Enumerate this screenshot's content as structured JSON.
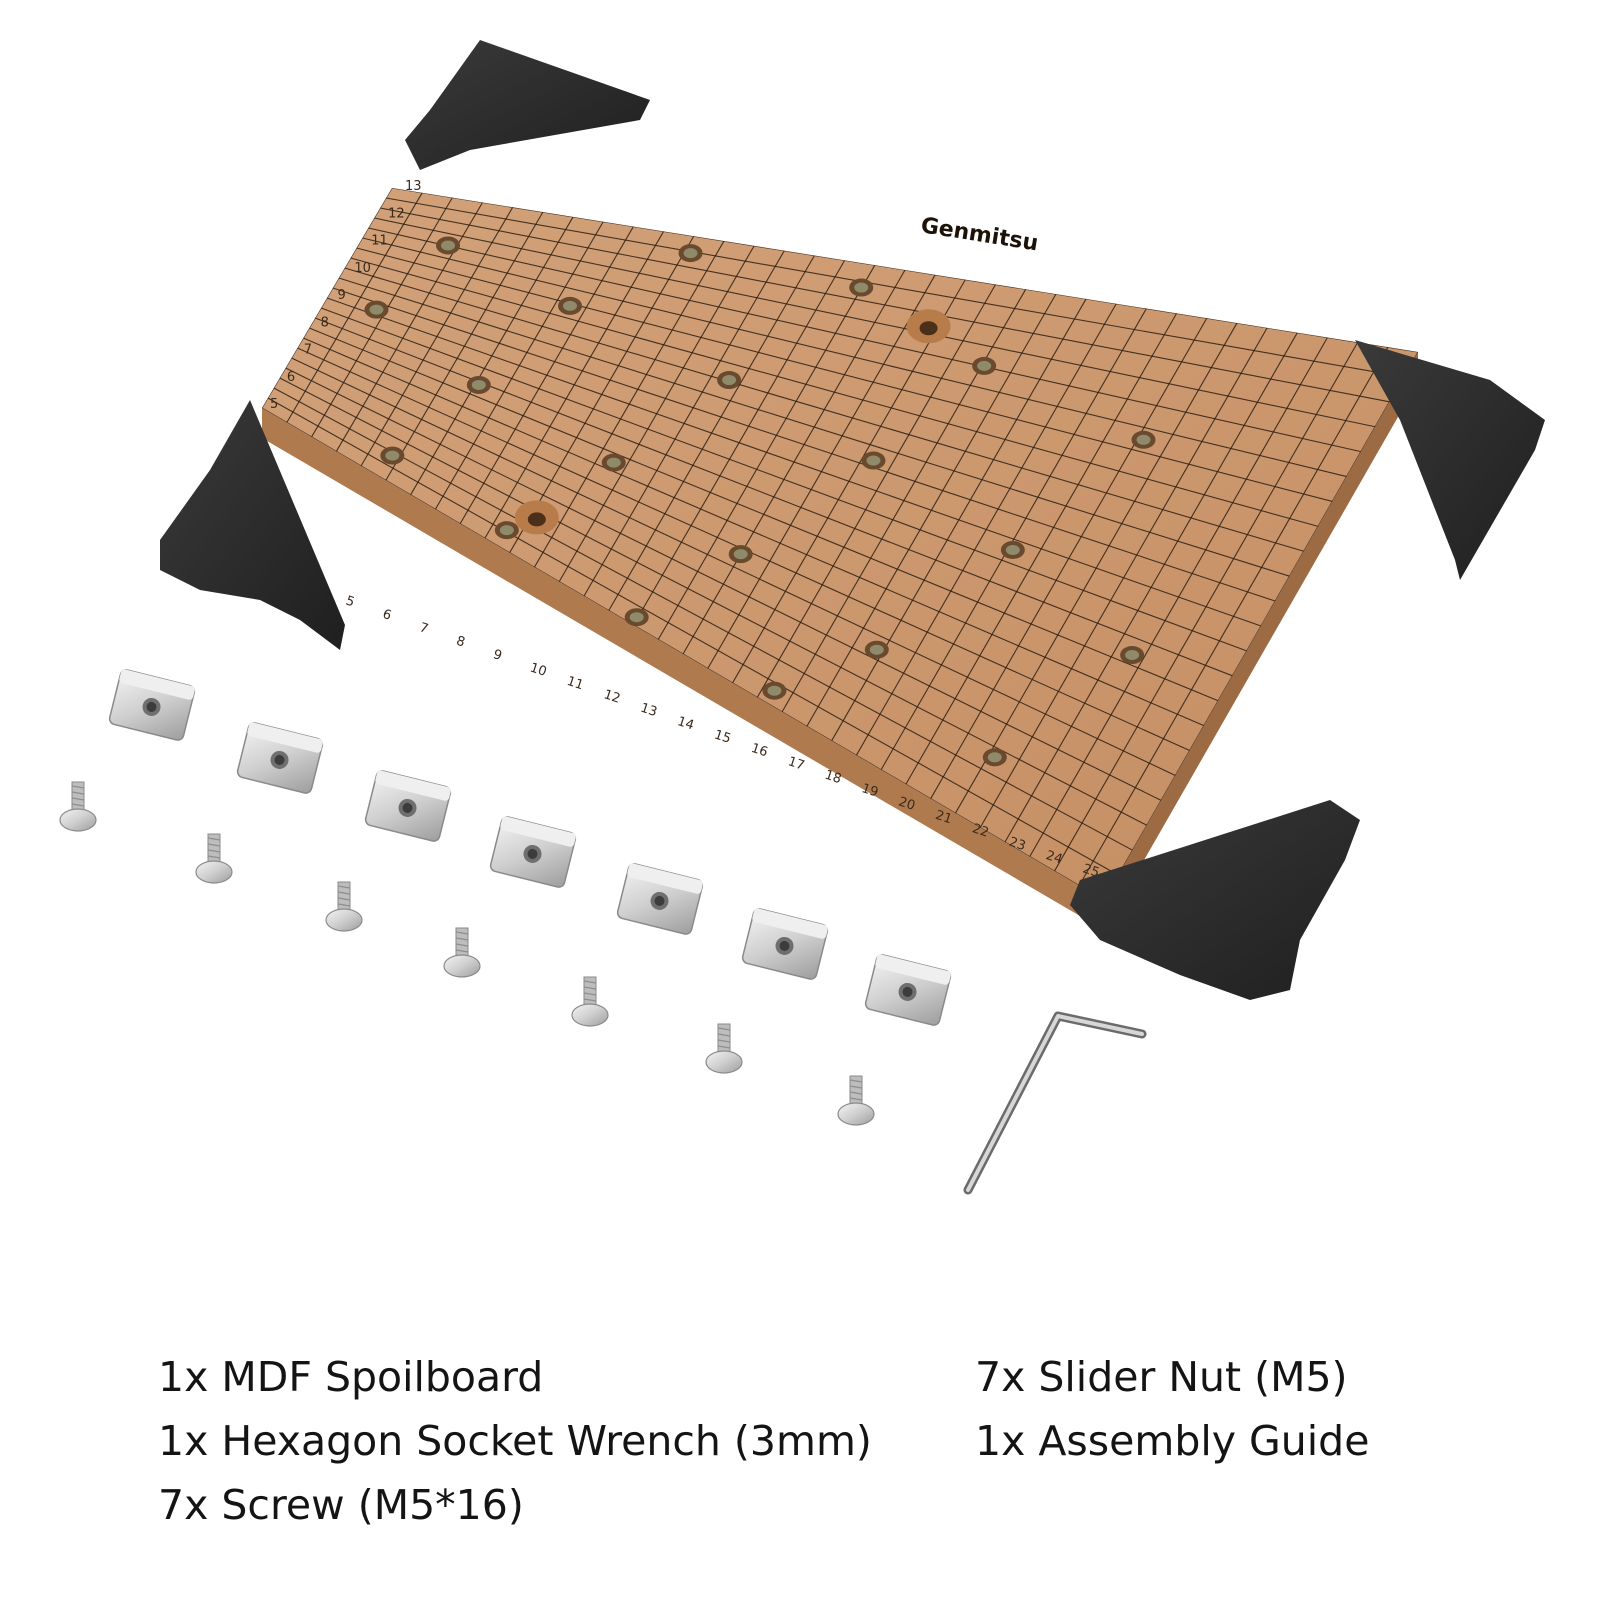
{
  "board": {
    "brand": "Genmitsu",
    "ruler_left": [
      "13",
      "12",
      "11",
      "10",
      "9",
      "8",
      "7",
      "6",
      "5"
    ],
    "ruler_bottom": [
      "5",
      "6",
      "7",
      "8",
      "9",
      "10",
      "11",
      "12",
      "13",
      "14",
      "15",
      "16",
      "17",
      "18",
      "19",
      "20",
      "21",
      "22",
      "23",
      "24",
      "25"
    ]
  },
  "colors": {
    "mdf": "#c9956a",
    "mdf_edge": "#b27d52",
    "clamp": "#2b2b2b",
    "metal": "#d8d8d8",
    "text": "#141414"
  },
  "kit_list": {
    "left": [
      "1x MDF Spoilboard",
      "1x Hexagon Socket Wrench (3mm)",
      "7x Screw (M5*16)"
    ],
    "right": [
      "7x Slider Nut (M5)",
      "1x Assembly Guide"
    ]
  }
}
